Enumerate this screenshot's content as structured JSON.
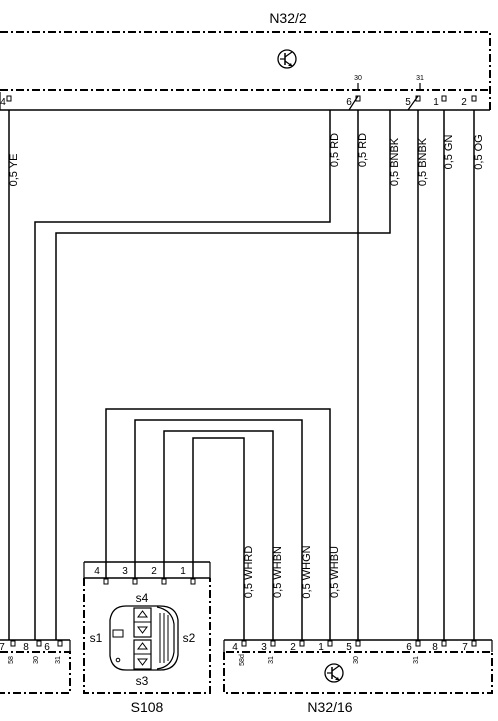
{
  "components": {
    "n32_2": {
      "name": "N32/2"
    },
    "n32_16": {
      "name": "N32/16"
    },
    "s108": {
      "name": "S108",
      "switch_labels": {
        "s1": "s1",
        "s2": "s2",
        "s3": "s3",
        "s4": "s4"
      }
    }
  },
  "top_connector": {
    "pins": {
      "left": "4",
      "p6": "6",
      "p5": "5",
      "p1": "1",
      "p2": "2"
    },
    "terminals": {
      "t30": "30",
      "t31": "31"
    }
  },
  "wires_top": {
    "ye": "0,5 YE",
    "rd1": "0,5 RD",
    "rd2": "0,5 RD",
    "bnbk1": "0,5 BNBK",
    "bnbk2": "0,5 BNBK",
    "gn": "0,5 GN",
    "og": "0,5 OG"
  },
  "wires_bottom": {
    "whrd": "0,5 WHRD",
    "whbn": "0,5 WHBN",
    "whgn": "0,5 WHGN",
    "whbu": "0,5 WHBU"
  },
  "left_connector": {
    "pins": {
      "p7": "7",
      "p8": "8",
      "p6": "6"
    },
    "terminals": {
      "t58": "58",
      "t30": "30",
      "t31": "31"
    }
  },
  "s108_connector": {
    "pins": {
      "p4": "4",
      "p3": "3",
      "p2": "2",
      "p1": "1"
    }
  },
  "n32_16_connector": {
    "pins": {
      "p4": "4",
      "p3": "3",
      "p2": "2",
      "p1": "1",
      "p5": "5",
      "p6": "6",
      "p8": "8",
      "p7": "7"
    },
    "terminals": {
      "t58d": "58d",
      "t31a": "31",
      "t30": "30",
      "t31b": "31"
    }
  }
}
